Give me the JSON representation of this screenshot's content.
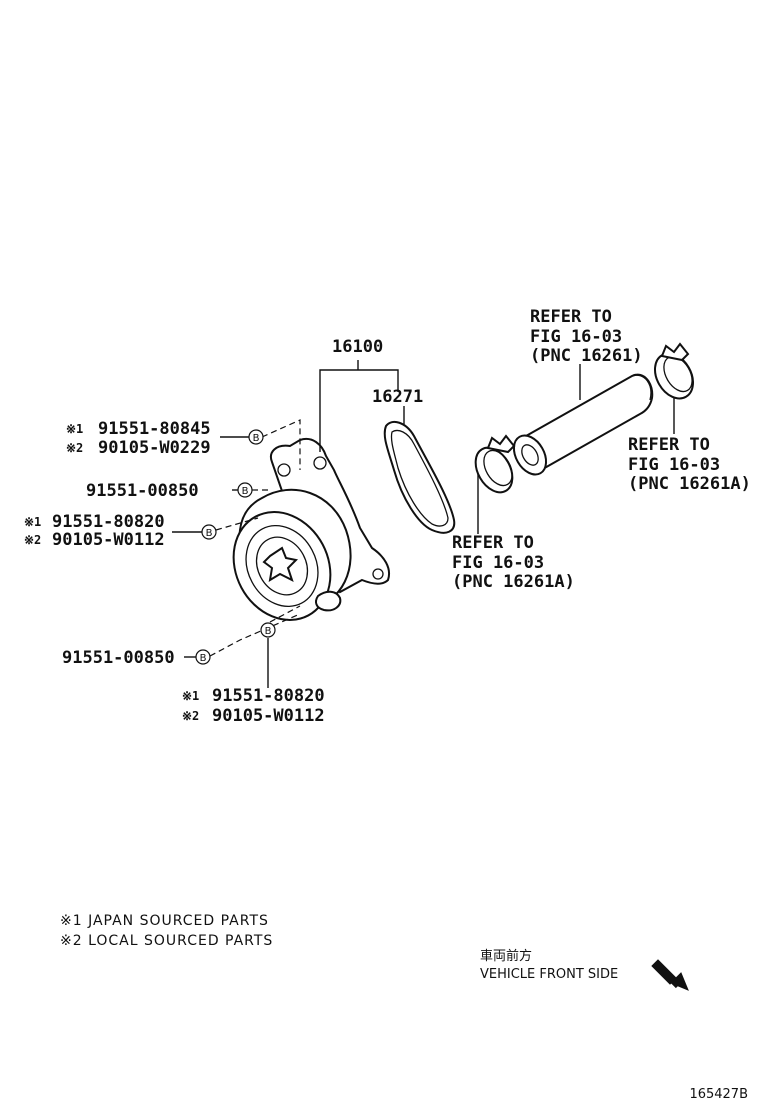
{
  "callouts": {
    "p16100": "16100",
    "p16271": "16271",
    "top_left_1_mark": "※1",
    "top_left_1_part": "91551-80845",
    "top_left_2_mark": "※2",
    "top_left_2_part": "90105-W0229",
    "left_mid": "91551-00850",
    "left_lower_1_mark": "※1",
    "left_lower_1_part": "91551-80820",
    "left_lower_2_mark": "※2",
    "left_lower_2_part": "90105-W0112",
    "bottom_left": "91551-00850",
    "bottom_1_mark": "※1",
    "bottom_1_part": "91551-80820",
    "bottom_2_mark": "※2",
    "bottom_2_part": "90105-W0112",
    "bolt_marker": "B"
  },
  "refers": {
    "hose_line1": "REFER TO",
    "hose_line2": "FIG 16-03",
    "hose_line3": "(PNC 16261)",
    "right_clamp_line1": "REFER TO",
    "right_clamp_line2": "FIG 16-03",
    "right_clamp_line3": "(PNC 16261A)",
    "left_clamp_line1": "REFER TO",
    "left_clamp_line2": "FIG 16-03",
    "left_clamp_line3": "(PNC 16261A)"
  },
  "notes": {
    "note1": "※1 JAPAN SOURCED PARTS",
    "note2": "※2 LOCAL SOURCED PARTS"
  },
  "direction": {
    "jp": "車両前方",
    "en": "VEHICLE FRONT SIDE"
  },
  "figure_id": "165427B"
}
